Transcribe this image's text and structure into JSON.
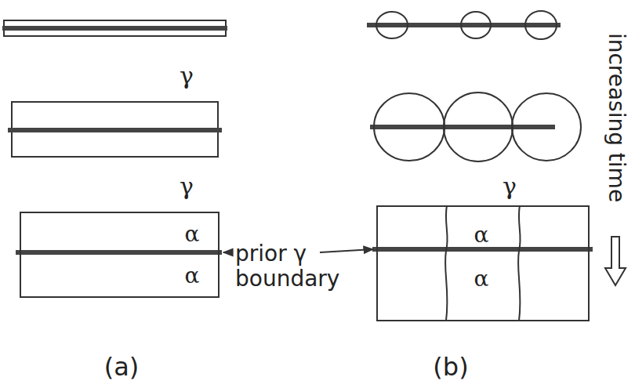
{
  "diagram": {
    "nodes": [
      {
        "text": [
          "α",
          "α"
        ]
      },
      {
        "text": [
          "α",
          "α"
        ]
      }
    ],
    "labels": [
      "γ",
      "γ",
      "prior γ boundary",
      "γ",
      "increasing time",
      "(a)",
      "(b)"
    ]
  }
}
